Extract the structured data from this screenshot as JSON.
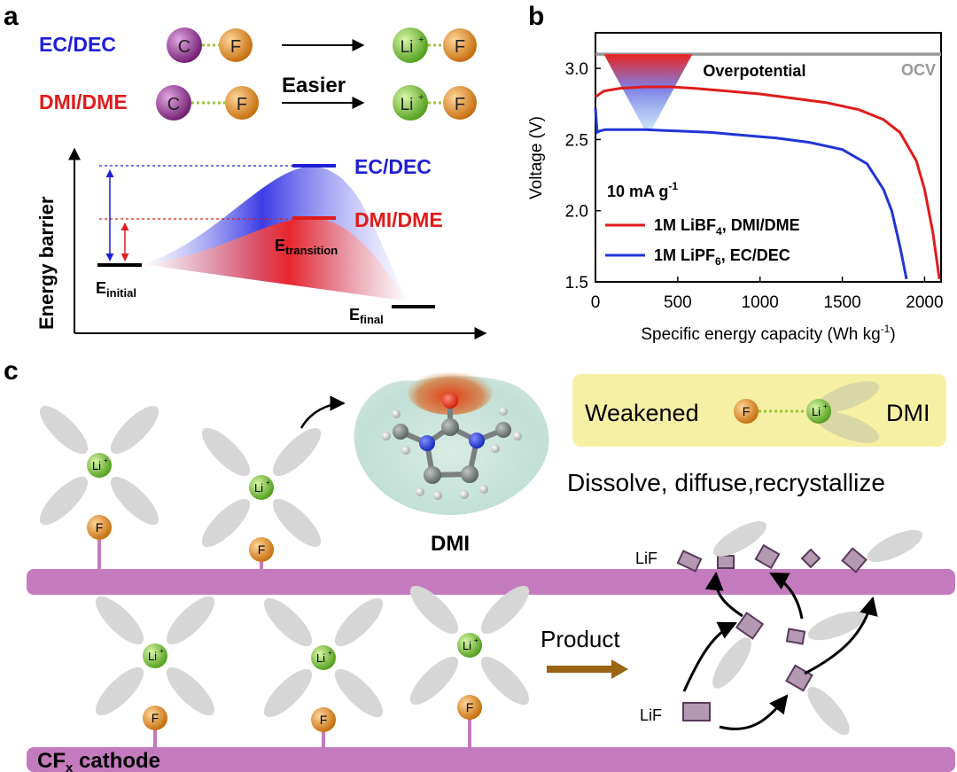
{
  "panel_a": {
    "label": "a",
    "row1": {
      "solvent": "EC/DEC",
      "atom1": "C",
      "atom2": "F",
      "prod1": "Li",
      "prod1_sup": "+",
      "prod2": "F"
    },
    "row2": {
      "solvent": "DMI/DME",
      "atom1": "C",
      "atom2": "F",
      "prod1": "Li",
      "prod1_sup": "+",
      "prod2": "F",
      "arrow_label": "Easier"
    },
    "y_axis_label": "Energy barrier",
    "level_ec": "EC/DEC",
    "level_dmi": "DMI/DME",
    "e_initial": {
      "main": "E",
      "sub": "initial"
    },
    "e_transition": {
      "main": "E",
      "sub": "transition"
    },
    "e_final": {
      "main": "E",
      "sub": "final"
    },
    "colors": {
      "ec": "#1f1fd6",
      "dmi": "#e01b1b",
      "carbon": "#8b2a8b",
      "fluorine": "#e08a1e",
      "lithium": "#6cc02c"
    }
  },
  "panel_b": {
    "label": "b"
  },
  "chart_data": {
    "type": "line",
    "xlabel_main": "Specific energy capacity (Wh kg",
    "xlabel_sup": "-1",
    "xlabel_tail": ")",
    "ylabel": "Voltage (V)",
    "xlim": [
      0,
      2100
    ],
    "ylim": [
      1.5,
      3.25
    ],
    "x_ticks": [
      "0",
      "500",
      "1000",
      "1500",
      "2000"
    ],
    "x_tick_values": [
      0,
      500,
      1000,
      1500,
      2000
    ],
    "y_ticks": [
      "1.5",
      "2.0",
      "2.5",
      "3.0"
    ],
    "y_tick_values": [
      1.5,
      2.0,
      2.5,
      3.0
    ],
    "current_label_main": "10 mA g",
    "current_label_sup": "-1",
    "ocv": {
      "label": "OCV",
      "value": 3.1,
      "color": "#999999"
    },
    "overpotential_label": "Overpotential",
    "series": [
      {
        "name_parts": [
          "1M LiBF",
          "4",
          ", DMI/DME"
        ],
        "color": "#e01b1b",
        "x": [
          0,
          50,
          150,
          300,
          450,
          600,
          800,
          1000,
          1200,
          1400,
          1600,
          1750,
          1850,
          1950,
          2000,
          2050,
          2090
        ],
        "y": [
          2.8,
          2.84,
          2.86,
          2.87,
          2.87,
          2.86,
          2.84,
          2.82,
          2.79,
          2.76,
          2.71,
          2.64,
          2.55,
          2.35,
          2.15,
          1.85,
          1.52
        ]
      },
      {
        "name_parts": [
          "1M LiPF",
          "6",
          ", EC/DEC"
        ],
        "color": "#1f35d6",
        "x": [
          0,
          10,
          25,
          60,
          150,
          300,
          500,
          700,
          900,
          1100,
          1300,
          1500,
          1650,
          1750,
          1800,
          1850,
          1890
        ],
        "y": [
          2.72,
          2.55,
          2.56,
          2.57,
          2.57,
          2.57,
          2.56,
          2.55,
          2.53,
          2.51,
          2.48,
          2.43,
          2.33,
          2.15,
          2.0,
          1.75,
          1.52
        ]
      }
    ]
  },
  "panel_c": {
    "label": "c",
    "li": "Li",
    "li_sup": "+",
    "f": "F",
    "dmi_label": "DMI",
    "weakened_box": {
      "text": "Weakened",
      "f": "F",
      "li": "Li",
      "li_sup": "+",
      "solvent": "DMI",
      "bg": "#f6f0a4"
    },
    "dissolve_text": "Dissolve, diffuse,recrystallize",
    "product_label": "Product",
    "lif_top": "LiF",
    "lif_bottom": "LiF",
    "cathode_main": "CF",
    "cathode_sub": "x",
    "cathode_tail": " cathode",
    "colors": {
      "electrode": "#c47bbd",
      "crystal": "#b39ab2",
      "solvent_ellipse": "#d6d6d6",
      "product_arrow": "#9a6413"
    }
  }
}
